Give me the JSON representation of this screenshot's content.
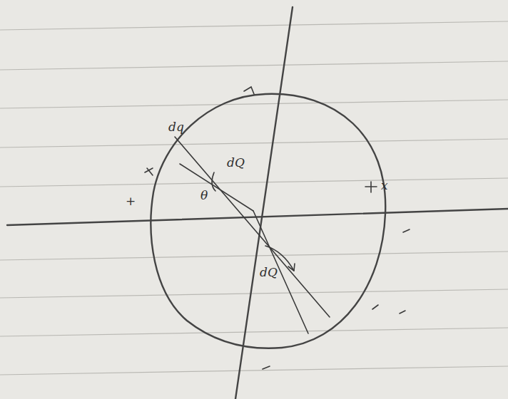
{
  "diagram": {
    "labels": [
      "dq",
      "dQ",
      "θ",
      "dQ",
      "x",
      "+"
    ]
  }
}
